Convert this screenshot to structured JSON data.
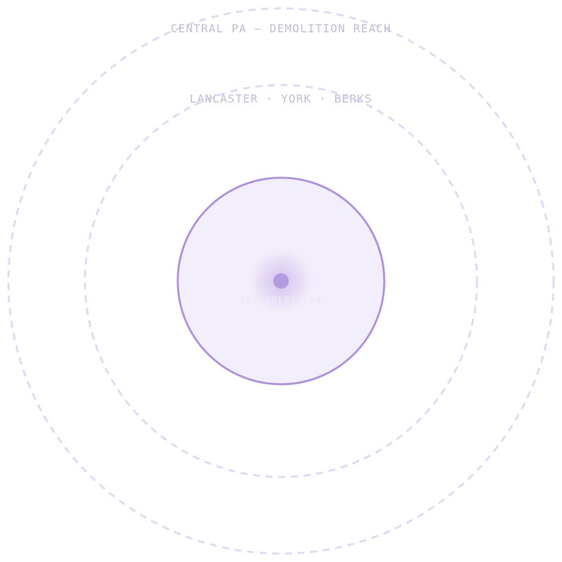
{
  "rings": {
    "outer_label": "CENTRAL PA — DEMOLITION REACH",
    "middle_label": "LANCASTER · YORK · BERKS",
    "center_label": "REINHOLDS, PA"
  },
  "colors": {
    "dashed_ring": "#dedbf3",
    "core_fill": "#f3eefb",
    "core_stroke": "#b195da",
    "center_dot": "#b39be0",
    "label_text": "#c2bed3"
  }
}
